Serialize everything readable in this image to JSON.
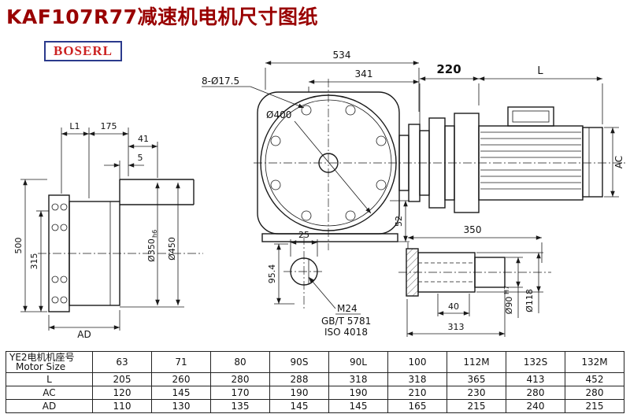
{
  "colors": {
    "title_color": "#990000",
    "brand_text_color": "#cc2222",
    "brand_border_color": "#2b3a8c",
    "line_color": "#1a1a1a"
  },
  "header": {
    "title": "KAF107R77减速机电机尺寸图纸",
    "brand": "BOSERL"
  },
  "views": {
    "left": {
      "dim_L1": "L1",
      "dim_175": "175",
      "dim_41": "41",
      "dim_5": "5",
      "dim_500": "500",
      "dim_315": "315",
      "dim_d350": "Ø350",
      "dim_d350_tol": "h6",
      "dim_d450": "Ø450",
      "dim_AD": "AD"
    },
    "center": {
      "dim_534": "534",
      "dim_341": "341",
      "dim_bolt_holes": "8-Ø17.5",
      "dim_d400": "Ø400",
      "dim_52": "52",
      "dim_25": "25",
      "dim_95_4": "95.4",
      "thread_label": "M24",
      "standard_1": "GB/T 5781",
      "standard_2": "ISO 4018"
    },
    "right": {
      "dim_220": "220",
      "dim_L": "L",
      "dim_AC": "AC",
      "dim_350": "350",
      "dim_40": "40",
      "dim_313": "313",
      "dim_d90": "Ø90",
      "dim_d90_tol": "H7",
      "dim_d118": "Ø118"
    }
  },
  "table": {
    "header_cn": "YE2电机机座号",
    "header_en": "Motor Size",
    "sizes": [
      "63",
      "71",
      "80",
      "90S",
      "90L",
      "100",
      "112M",
      "132S",
      "132M"
    ],
    "rows": [
      {
        "label": "L",
        "values": [
          "205",
          "260",
          "280",
          "288",
          "318",
          "318",
          "365",
          "413",
          "452"
        ]
      },
      {
        "label": "AC",
        "values": [
          "120",
          "145",
          "170",
          "190",
          "190",
          "210",
          "230",
          "280",
          "280"
        ]
      },
      {
        "label": "AD",
        "values": [
          "110",
          "130",
          "135",
          "145",
          "145",
          "165",
          "215",
          "240",
          "215"
        ]
      }
    ]
  }
}
